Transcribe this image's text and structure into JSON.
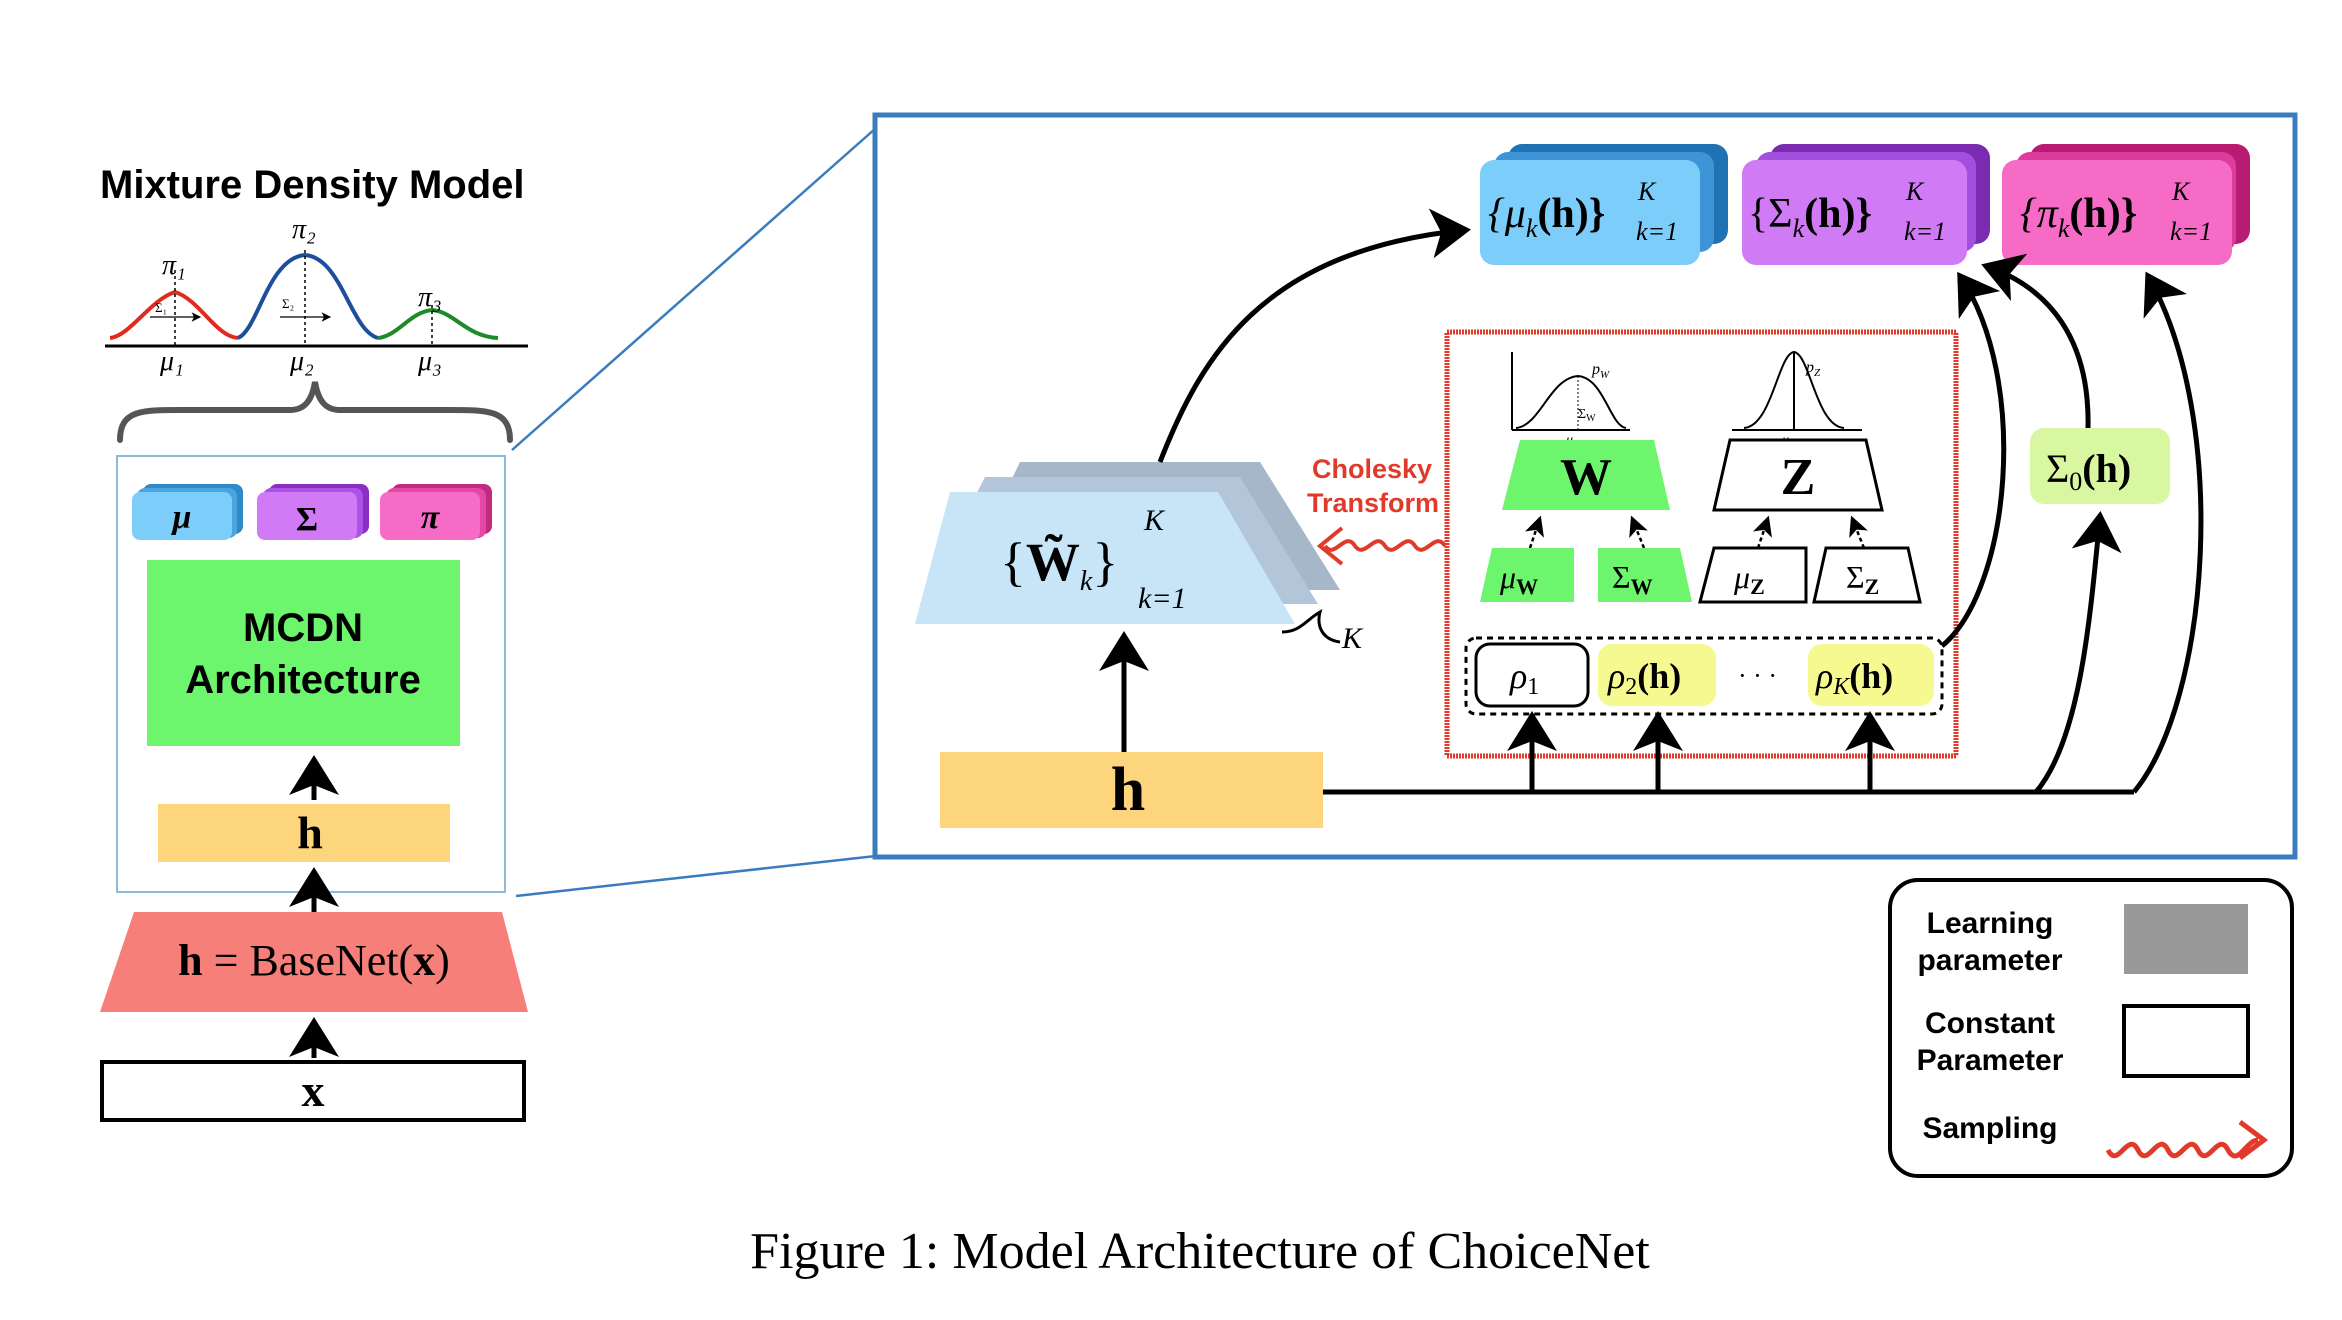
{
  "colors": {
    "blue_block": "#7ccdf9",
    "purple_block": "#d07af5",
    "pink_block": "#f66bc6",
    "green_block": "#6df56d",
    "yellow_h": "#fcd57d",
    "red_basenet": "#f77f79",
    "lightblue_w": "#c8e4f7",
    "light_yellow": "#f5f990",
    "light_green": "#d9f7a0",
    "frame_blue": "#3a7cbd",
    "sampling_red": "#e23a2a",
    "learning_gray": "#999999"
  },
  "left_panel": {
    "title": "Mixture Density Model",
    "gaussians": {
      "pi1": "π₁",
      "pi2": "π₂",
      "pi3": "π₃",
      "mu1": "μ₁",
      "mu2": "μ₂",
      "mu3": "μ₃",
      "sigma1": "Σ₁",
      "sigma2": "Σ₂"
    },
    "blocks": {
      "mu": "μ",
      "sigma": "Σ",
      "pi": "π"
    },
    "mcdn_line1": "MCDN",
    "mcdn_line2": "Architecture",
    "h_label": "h",
    "basenet_h": "h",
    "basenet_eq": " = BaseNet(",
    "basenet_x": "x",
    "basenet_close": ")",
    "x_label": "x"
  },
  "right_panel": {
    "mu_k": "{μ",
    "mu_k_sub": "k",
    "mu_k_h": "(h)}",
    "sigma_k": "{Σ",
    "sigma_k_sub": "k",
    "sigma_k_h": "(h)}",
    "pi_k": "{π",
    "pi_k_sub": "k",
    "pi_k_h": "(h)}",
    "sup_K": "K",
    "sub_k1": "k=1",
    "w_tilde": "W̃",
    "w_sub": "k",
    "w_sup": "K",
    "w_k1": "k=1",
    "brace_K": "K",
    "cholesky_line1": "Cholesky",
    "cholesky_line2": "Transform",
    "pw_label": "p",
    "pw_sub": "W",
    "sigma_w_small": "Σ",
    "sigma_w_small_sub": "W",
    "mu_w_small": "μ",
    "mu_w_small_sub": "W",
    "pz_label": "p",
    "pz_sub": "Z",
    "mu_z_small": "μ",
    "mu_z_small_sub": "Z",
    "W_label": "W",
    "Z_label": "Z",
    "mu_w": "μ",
    "mu_w_sub": "W",
    "sigma_w": "Σ",
    "sigma_w_sub": "W",
    "mu_z": "μ",
    "mu_z_sub": "Z",
    "sigma_z": "Σ",
    "sigma_z_sub": "Z",
    "rho1": "ρ",
    "rho1_sub": "1",
    "rho2": "ρ",
    "rho2_sub": "2",
    "rho2_h": "(h)",
    "dots": "· · ·",
    "rhoK": "ρ",
    "rhoK_sub": "K",
    "rhoK_h": "(h)",
    "sigma0": "Σ",
    "sigma0_sub": "0",
    "sigma0_h": "(h)",
    "h_label": "h"
  },
  "legend": {
    "learning_line1": "Learning",
    "learning_line2": "parameter",
    "constant_line1": "Constant",
    "constant_line2": "Parameter",
    "sampling": "Sampling"
  },
  "caption": "Figure 1: Model Architecture of ChoiceNet"
}
